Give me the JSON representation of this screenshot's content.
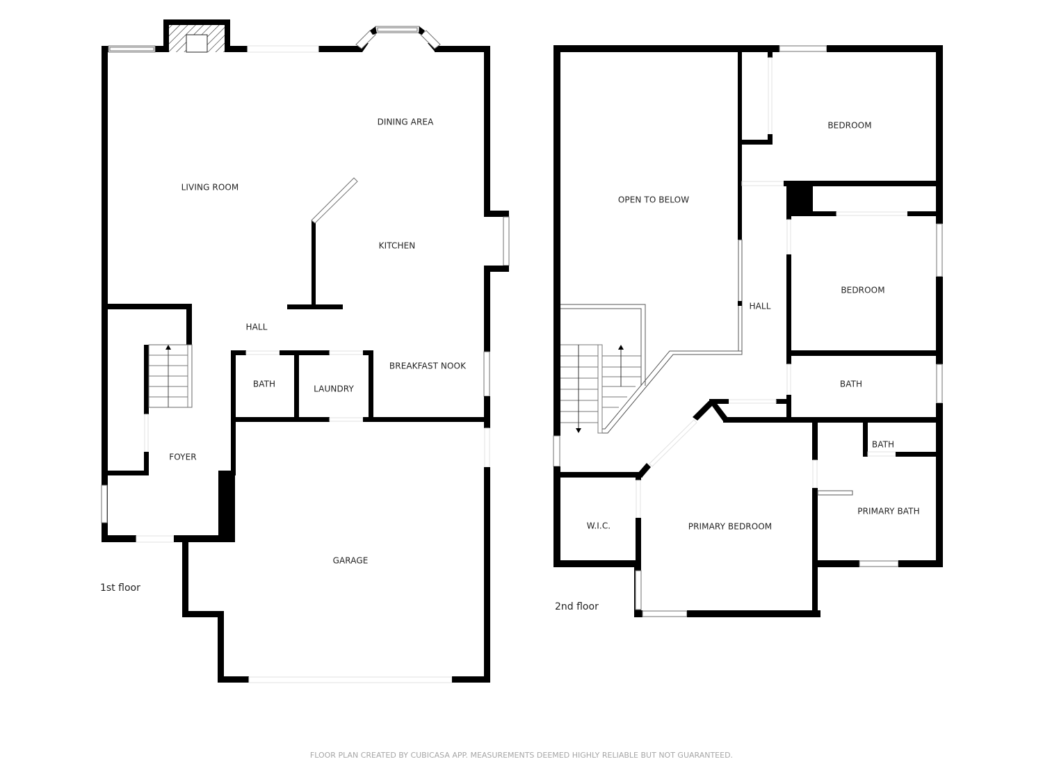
{
  "plan": {
    "floors": [
      {
        "label": "1st floor",
        "rooms": [
          {
            "name": "LIVING ROOM"
          },
          {
            "name": "DINING AREA"
          },
          {
            "name": "KITCHEN"
          },
          {
            "name": "HALL"
          },
          {
            "name": "BATH"
          },
          {
            "name": "LAUNDRY"
          },
          {
            "name": "BREAKFAST NOOK"
          },
          {
            "name": "FOYER"
          },
          {
            "name": "GARAGE"
          }
        ]
      },
      {
        "label": "2nd floor",
        "rooms": [
          {
            "name": "OPEN TO BELOW"
          },
          {
            "name": "BEDROOM"
          },
          {
            "name": "BEDROOM"
          },
          {
            "name": "HALL"
          },
          {
            "name": "BATH"
          },
          {
            "name": "BATH"
          },
          {
            "name": "W.I.C."
          },
          {
            "name": "PRIMARY BEDROOM"
          },
          {
            "name": "PRIMARY BATH"
          }
        ]
      }
    ],
    "disclaimer": "FLOOR PLAN CREATED BY CUBICASA APP. MEASUREMENTS DEEMED HIGHLY RELIABLE BUT NOT GUARANTEED.",
    "colors": {
      "wall": "#000000",
      "background": "#ffffff",
      "text": "#222222",
      "disclaimer": "#a6a6a6"
    }
  }
}
